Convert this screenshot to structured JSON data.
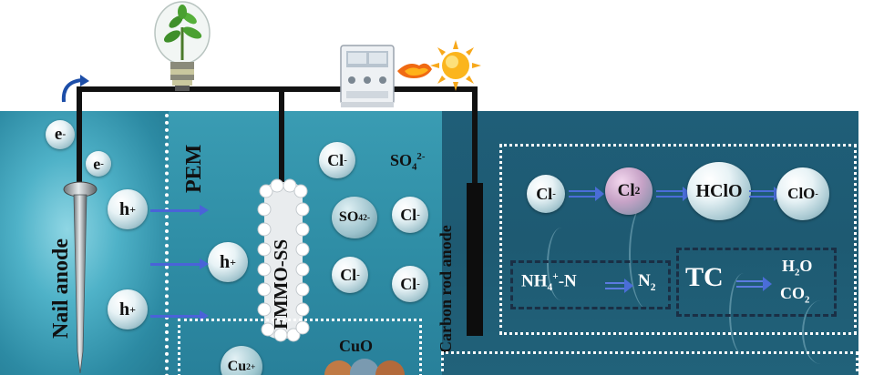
{
  "labels": {
    "pem": "PEM",
    "nail_anode": "Nail anode",
    "fmmo_ss": "FMMO-SS",
    "carbon_rod_anode": "Carbon rod anode",
    "tc": "TC",
    "cuo": "CuO"
  },
  "electrons": [
    "e",
    "e"
  ],
  "protons": [
    "h",
    "h",
    "h"
  ],
  "middle_ions": [
    "Cl",
    "SO",
    "SO",
    "Cl",
    "Cl",
    "Cl"
  ],
  "reaction_chain": {
    "cl_minus": "Cl",
    "cl2": "Cl",
    "hclo": "HClO",
    "clo_minus": "ClO"
  },
  "ammonia": {
    "nh4": "NH",
    "n2": "N"
  },
  "tc_products": {
    "h2o": "H",
    "co2": "CO"
  },
  "bottom_ion": "Cu",
  "colors": {
    "wire": "#111111",
    "dotted_border": "#ffffff",
    "dashed_border": "#1a2f45",
    "arrow_blue": "#4a63d8"
  },
  "icons": [
    "lightbulb-plant-icon",
    "power-supply-icon",
    "flame-icon",
    "sun-icon"
  ]
}
